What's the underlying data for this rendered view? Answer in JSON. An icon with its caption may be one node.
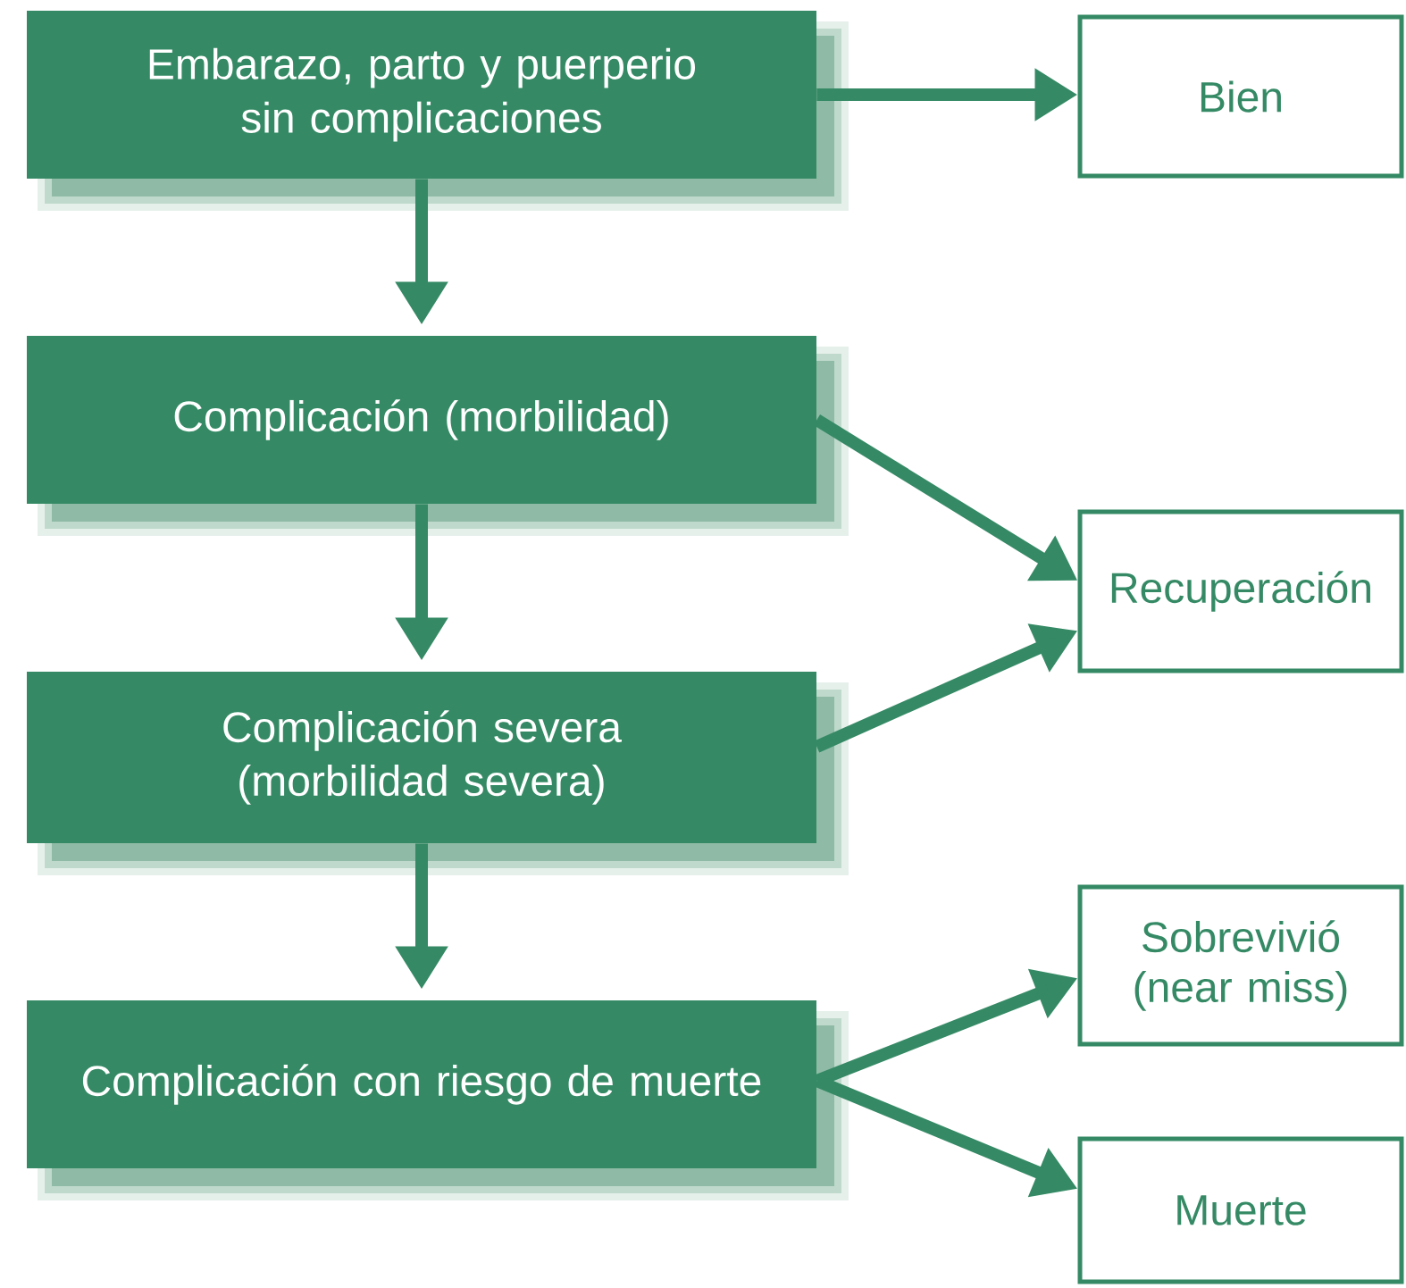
{
  "diagram": {
    "nodes": [
      {
        "text": [
          "Embarazo, parto y puerperio sin complicaciones"
        ]
      },
      {
        "text": [
          "Bien"
        ]
      },
      {
        "text": [
          "Complicación (morbilidad)"
        ]
      },
      {
        "text": [
          "Recuperación"
        ]
      },
      {
        "text": [
          "Complicación severa (morbilidad severa)"
        ]
      },
      {
        "text": [
          "Sobrevivió (near miss)"
        ]
      },
      {
        "text": [
          "Complicación con riesgo de muerte"
        ]
      },
      {
        "text": [
          "Muerte"
        ]
      }
    ],
    "edges": [
      {
        "from": 0,
        "to": 1,
        "arrow": "to"
      },
      {
        "from": 0,
        "to": 2,
        "arrow": "to"
      },
      {
        "from": 2,
        "to": 3,
        "arrow": "to"
      },
      {
        "from": 2,
        "to": 4,
        "arrow": "to"
      },
      {
        "from": 4,
        "to": 3,
        "arrow": "to"
      },
      {
        "from": 4,
        "to": 6,
        "arrow": "to"
      },
      {
        "from": 6,
        "to": 5,
        "arrow": "to"
      },
      {
        "from": 6,
        "to": 7,
        "arrow": "to"
      }
    ]
  }
}
